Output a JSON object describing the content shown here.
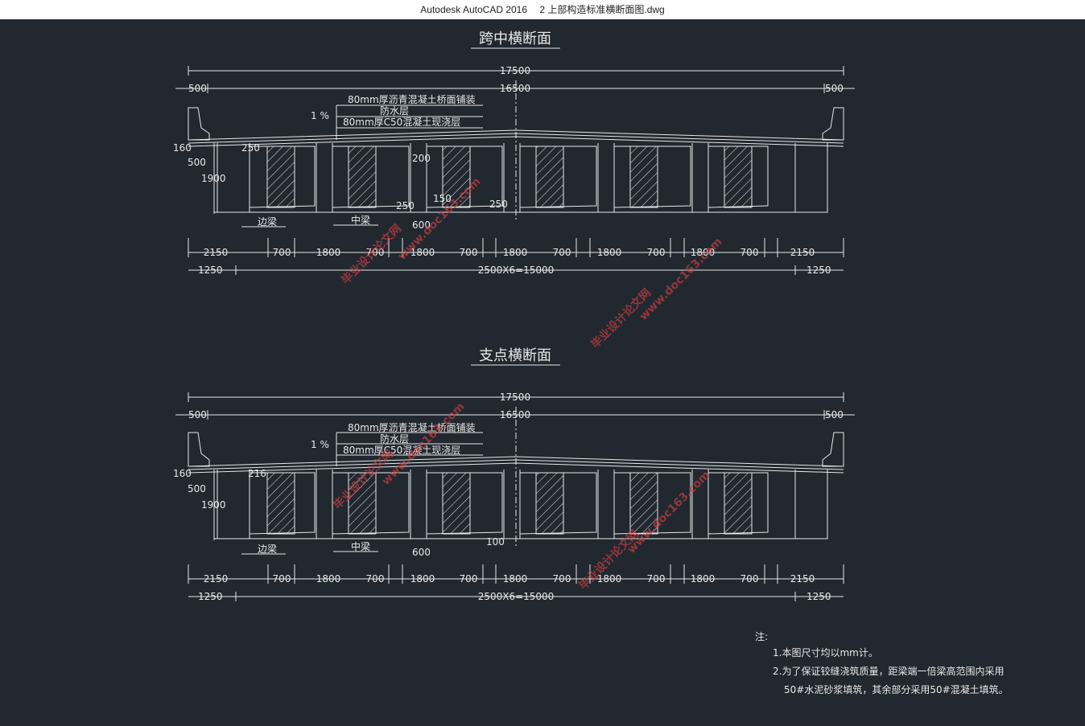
{
  "window": {
    "app": "Autodesk AutoCAD 2016",
    "file": "2 上部构造标准横断面图.dwg"
  },
  "section1": {
    "title": "跨中横断面",
    "total_width": "17500",
    "deck_left": "500",
    "deck_mid": "16500",
    "deck_right": "500",
    "layer1": "80mm厚沥青混凝土桥面铺装",
    "layer2": "防水层",
    "layer3": "80mm厚C50混凝土现浇层",
    "slope": "1 %",
    "d160": "160",
    "d500": "500",
    "d1900": "1900",
    "d250a": "250",
    "d200": "200",
    "d250b": "250",
    "d150": "150",
    "d250c": "250",
    "d600": "600",
    "edge_beam": "边梁",
    "mid_beam": "中梁",
    "spans": [
      "2150",
      "700",
      "1800",
      "700",
      "1800",
      "700",
      "1800",
      "700",
      "1800",
      "700",
      "1800",
      "700",
      "2150"
    ],
    "bottom_left": "1250",
    "bottom_mid": "2500X6=15000",
    "bottom_right": "1250"
  },
  "section2": {
    "title": "支点横断面",
    "total_width": "17500",
    "deck_left": "500",
    "deck_mid": "16500",
    "deck_right": "500",
    "layer1": "80mm厚沥青混凝土桥面铺装",
    "layer2": "防水层",
    "layer3": "80mm厚C50混凝土现浇层",
    "slope": "1 %",
    "d160": "160",
    "d500": "500",
    "d1900": "1900",
    "d216": "216",
    "d600": "600",
    "d100": "100",
    "edge_beam": "边梁",
    "mid_beam": "中梁",
    "spans": [
      "2150",
      "700",
      "1800",
      "700",
      "1800",
      "700",
      "1800",
      "700",
      "1800",
      "700",
      "1800",
      "700",
      "2150"
    ],
    "bottom_left": "1250",
    "bottom_mid": "2500X6=15000",
    "bottom_right": "1250"
  },
  "notes": {
    "heading": "注:",
    "line1": "1.本图尺寸均以mm计。",
    "line2": "2.为了保证铰缝浇筑质量，距梁端一倍梁高范围内采用",
    "line3": "50#水泥砂浆填筑，其余部分采用50#混凝土填筑。"
  },
  "watermark": {
    "site": "www.doc163.com",
    "label": "毕业设计论文网"
  },
  "colors": {
    "background": "#212830",
    "lines": "#e8e8e8",
    "watermark": "#d04040"
  }
}
